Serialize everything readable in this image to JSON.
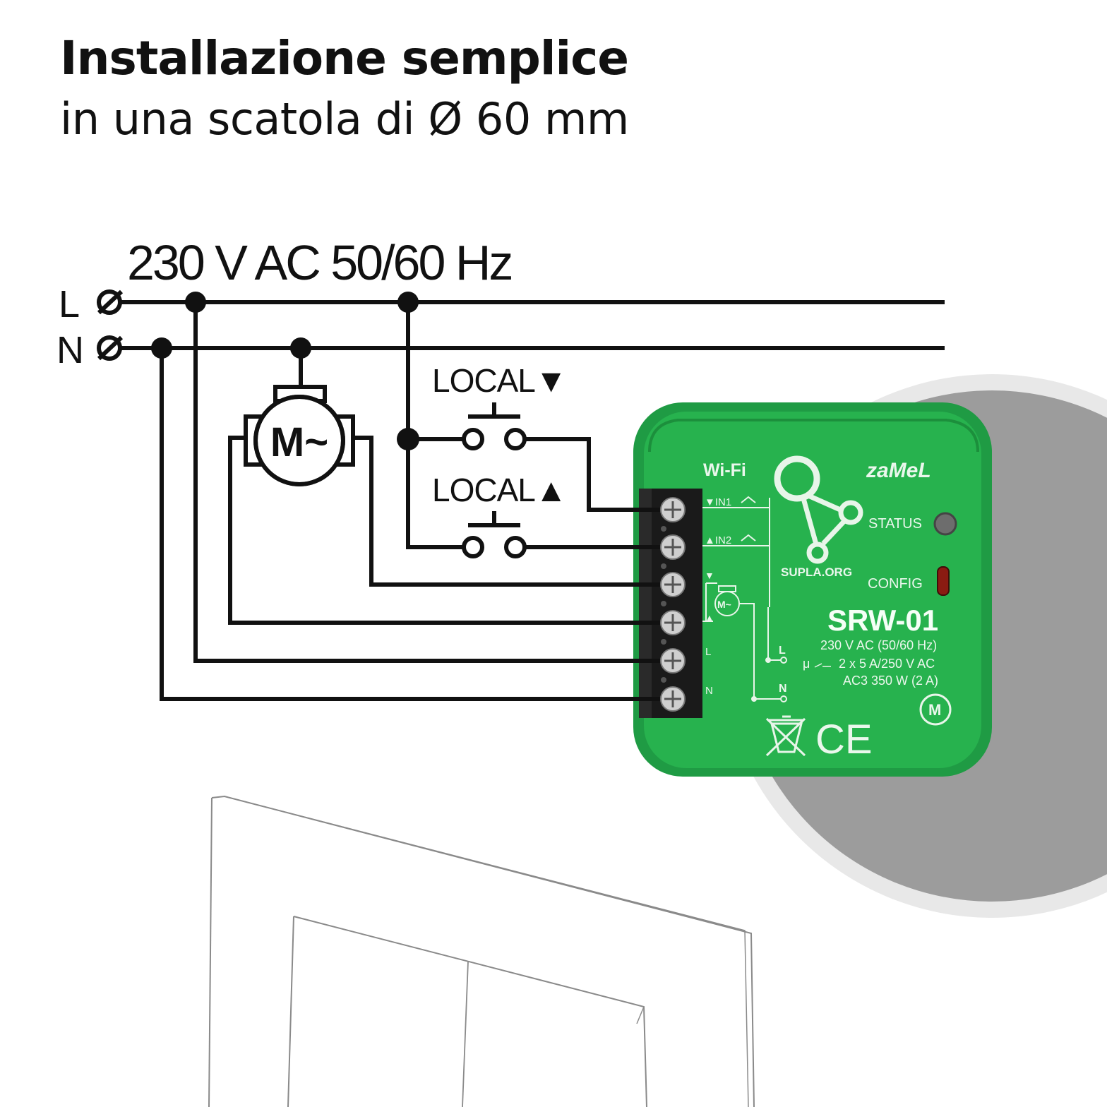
{
  "header": {
    "title": "Installazione semplice",
    "subtitle": "in una scatola di Ø 60 mm"
  },
  "wiring": {
    "supply_label": "230 V AC 50/60 Hz",
    "line_label": "L",
    "neutral_label": "N",
    "motor_label": "M~",
    "switch_down_label": "LOCAL▼",
    "switch_up_label": "LOCAL▲"
  },
  "device": {
    "wifi": "Wi-Fi",
    "brand": "zaMeL",
    "in1": "▼IN1",
    "in2": "▲IN2",
    "status": "STATUS",
    "config": "CONFIG",
    "supla": "SUPLA.ORG",
    "model": "SRW-01",
    "spec_1": "230 V AC (50/60 Hz)",
    "spec_2": "2 x 5 A/250 V AC",
    "spec_relay": "μ",
    "spec_3": "AC3 350 W (2 A)",
    "motor_badge": "M",
    "ce": "CE",
    "term_down": "▼",
    "term_up": "▲",
    "term_l": "L",
    "term_n": "N",
    "motor_small": "M~",
    "l_mark": "L",
    "n_mark": "N"
  },
  "colors": {
    "device_green": "#22b04b",
    "device_green_dark": "#1c8f3c",
    "device_text": "#e8f5e9",
    "wire": "#111111",
    "grey_disc": "#9b9b9b",
    "grey_disc_light": "#e6e6e6"
  }
}
